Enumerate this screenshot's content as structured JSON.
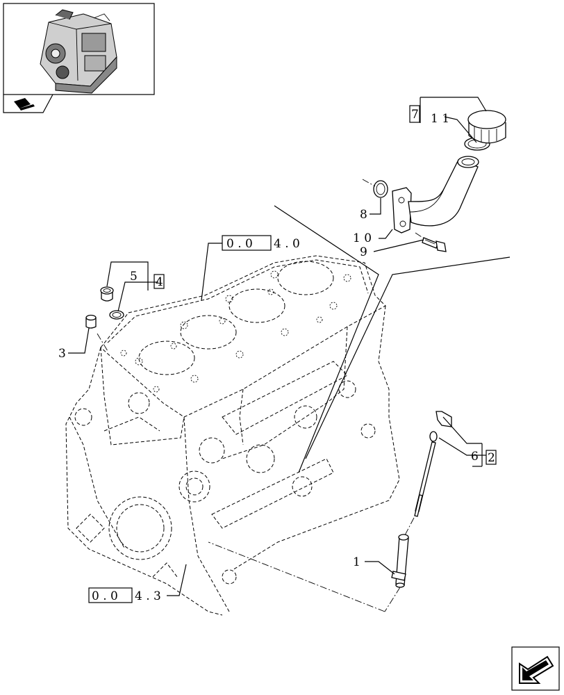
{
  "callouts": {
    "c1": "1",
    "c3": "3",
    "c5": "5",
    "c6": "6",
    "c7": "7",
    "c8": "8",
    "c9": "9",
    "c10": "1 0",
    "c11": "1 1",
    "box2": "2",
    "box4": "4",
    "box7": "7"
  },
  "refs": {
    "top_boxed": "0 . 0",
    "top_rest": "4 . 0",
    "bottom_boxed": "0 . 0",
    "bottom_rest": "4 . 3"
  },
  "icons": {
    "thumbnail": "engine-thumbnail-icon",
    "book": "book-icon",
    "nav": "previous-page-arrow-icon"
  }
}
